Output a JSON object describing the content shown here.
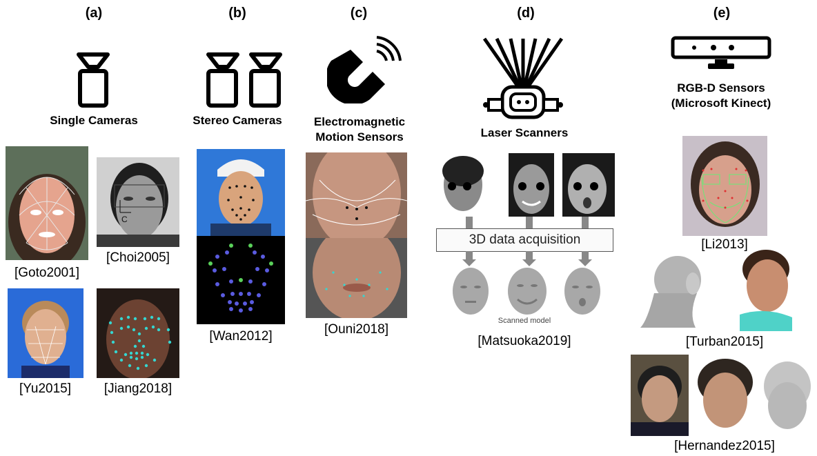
{
  "panels": [
    {
      "label": "(a)",
      "category": "Single Cameras",
      "icon": "single-camera-icon"
    },
    {
      "label": "(b)",
      "category": "Stereo Cameras",
      "icon": "stereo-camera-icon"
    },
    {
      "label": "(c)",
      "category": "Electromagnetic Motion Sensors",
      "category_line1": "Electromagnetic",
      "category_line2": "Motion Sensors",
      "icon": "magnet-icon"
    },
    {
      "label": "(d)",
      "category": "Laser Scanners",
      "icon": "laser-scanner-icon"
    },
    {
      "label": "(e)",
      "category": "RGB-D Sensors (Microsoft Kinect)",
      "category_line1": "RGB-D Sensors",
      "category_line2": "(Microsoft Kinect)",
      "icon": "kinect-icon"
    }
  ],
  "citations": {
    "goto": "[Goto2001]",
    "choi": "[Choi2005]",
    "yu": "[Yu2015]",
    "jiang": "[Jiang2018]",
    "wan": "[Wan2012]",
    "ouni": "[Ouni2018]",
    "matsuoka": "[Matsuoka2019]",
    "li": "[Li2013]",
    "turban": "[Turban2015]",
    "hernandez": "[Hernandez2015]"
  },
  "laser_panel": {
    "process_label": "3D data acquisition",
    "caption": "Scanned model"
  },
  "photo_annotation": "C",
  "colors": {
    "skin": "#d9a88a",
    "mesh": "#bdbdbd",
    "marker_cyan": "#35d6d0",
    "marker_blue": "#5a5be0",
    "marker_green": "#5ad05a",
    "panel_bg_blue": "#2f6fe0",
    "dark_bg": "#000000"
  }
}
